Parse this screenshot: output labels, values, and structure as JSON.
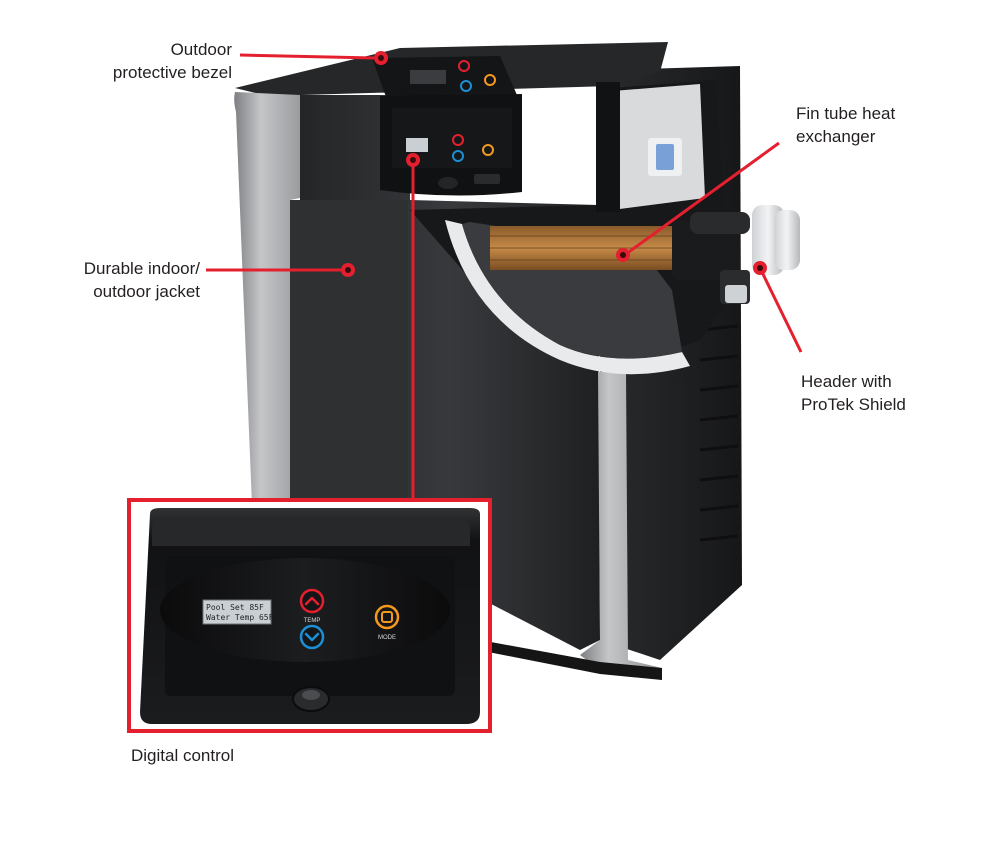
{
  "callouts": {
    "bezel": {
      "lines": [
        "Outdoor",
        "protective bezel"
      ]
    },
    "jacket": {
      "lines": [
        "Durable indoor/",
        "outdoor jacket"
      ]
    },
    "fin_tube": {
      "lines": [
        "Fin tube heat",
        "exchanger"
      ]
    },
    "header": {
      "lines": [
        "Header with",
        "ProTek Shield"
      ]
    },
    "digital": {
      "lines": [
        "Digital control"
      ]
    }
  },
  "control_panel": {
    "lcd_line1": "Pool Set  85F",
    "lcd_line2": "Water Temp  65F",
    "temp_label": "TEMP",
    "mode_label": "MODE",
    "up_icon": "chevron-up-icon",
    "down_icon": "chevron-down-icon",
    "mode_icon": "mode-square-icon"
  },
  "colors": {
    "callout_red": "#e4202f",
    "temp_up": "#e4202f",
    "temp_down": "#1c8fd6",
    "mode": "#f39a1e",
    "jacket": "#2b2c2e",
    "trim": "#a6a8ab",
    "lcd_bg": "#c9cfd3"
  }
}
